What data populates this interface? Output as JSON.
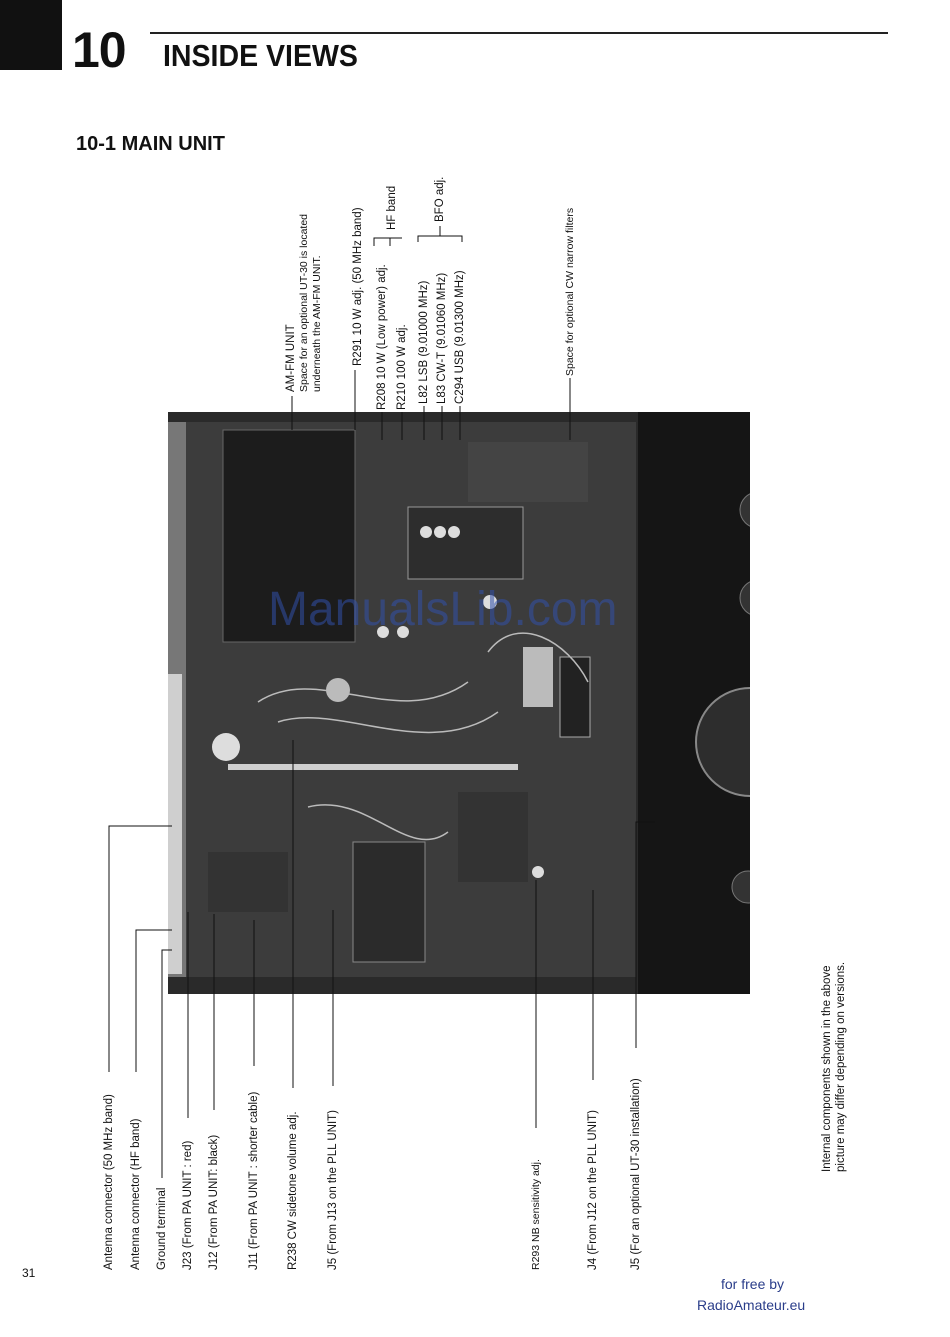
{
  "header": {
    "section_number": "10",
    "section_title": "INSIDE VIEWS",
    "subsection_title": "10-1 MAIN UNIT"
  },
  "top_labels": {
    "am_fm": "AM-FM UNIT",
    "ut30_line1": "Space for an optional UT-30 is located",
    "ut30_line2": "underneath the AM-FM UNIT.",
    "r291": "R291  10 W adj. (50 MHz band)",
    "r208": "R208  10 W (Low power) adj.",
    "r210": "R210 100 W adj.",
    "hf_band": "HF band",
    "l82": "L82   LSB   (9.01000 MHz)",
    "l83": "L83   CW-T (9.01060 MHz)",
    "c294": "C294 USB   (9.01300 MHz)",
    "bfo": "BFO adj.",
    "cw_filters": "Space for optional CW narrow filters"
  },
  "bottom_labels": {
    "ant50": "Antenna connector (50 MHz band)",
    "anthf": "Antenna connector (HF band)",
    "ground": "Ground terminal",
    "j23": "J23 (From PA UNIT : red)",
    "j12": "J12 (From PA UNIT: black)",
    "j11": "J11 (From PA UNIT : shorter cable)",
    "r238": "R238 CW sidetone volume adj.",
    "j5pll": "J5 (From J13 on the PLL UNIT)",
    "r293": "R293 NB sensitivity adj.",
    "j4": "J4 (From J12 on the PLL UNIT)",
    "j5ut": "J5 (For an optional UT-30 installation)"
  },
  "note": {
    "line1": "Internal components shown in the above",
    "line2": "picture may differ depending on versions."
  },
  "page_number": "31",
  "watermark": "ManualsLib.com",
  "footer": {
    "line1": "for free by",
    "line2": "RadioAmateur.eu"
  }
}
